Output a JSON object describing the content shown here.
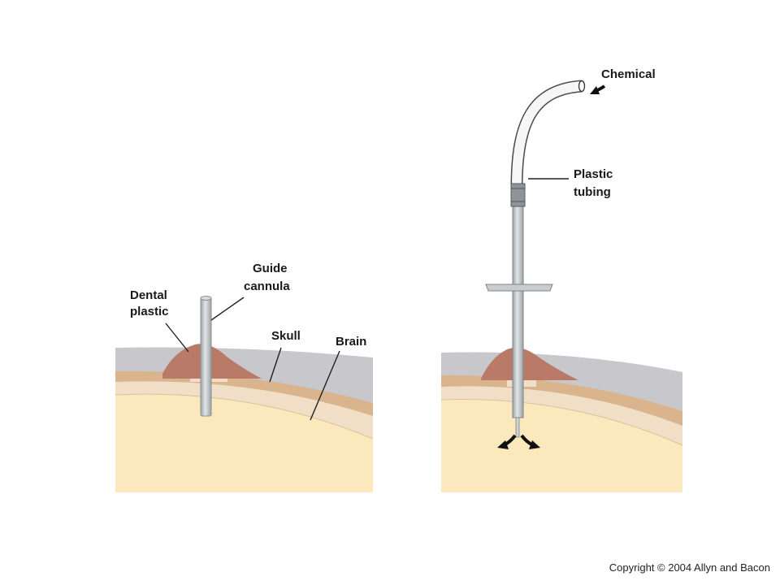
{
  "left_panel": {
    "labels": {
      "guide_cannula_line1": "Guide",
      "guide_cannula_line2": "cannula",
      "dental_plastic_line1": "Dental",
      "dental_plastic_line2": "plastic",
      "skull": "Skull",
      "brain": "Brain"
    }
  },
  "right_panel": {
    "labels": {
      "chemical": "Chemical",
      "plastic_tubing_line1": "Plastic",
      "plastic_tubing_line2": "tubing"
    }
  },
  "footer": {
    "copyright": "Copyright © 2004 Allyn and Bacon"
  },
  "colors": {
    "scalp": "#c8c8cc",
    "skull_layer": "#d9b48c",
    "meninges": "#f0e0c8",
    "brain": "#fce8bd",
    "dental_plastic": "#b97a68",
    "cannula": "#c4c9cc",
    "tubing": "#f5f5f5"
  }
}
